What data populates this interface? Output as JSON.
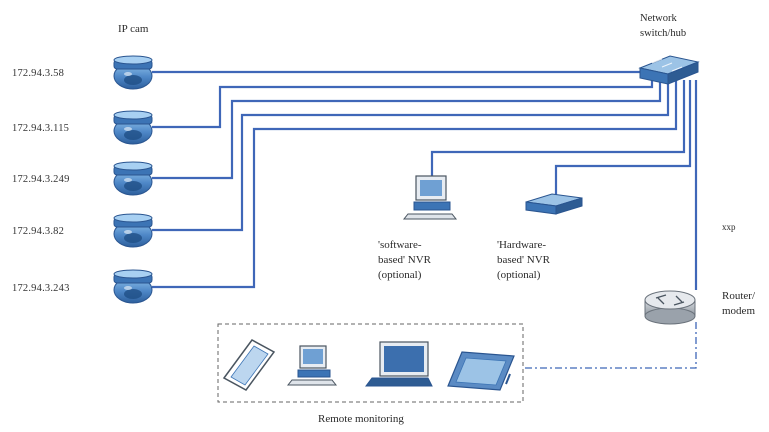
{
  "labels": {
    "ip_cam": "IP cam",
    "switch": "Network\nswitch/hub",
    "router": "Router/\nmodem",
    "side_mark": "xxp",
    "software_nvr": "'software-\nbased' NVR\n(optional)",
    "hardware_nvr": "'Hardware-\nbased' NVR\n(optional)",
    "remote": "Remote monitoring"
  },
  "cameras": [
    {
      "ip": "172.94.3.58"
    },
    {
      "ip": "172.94.3.115"
    },
    {
      "ip": "172.94.3.249"
    },
    {
      "ip": "172.94.3.82"
    },
    {
      "ip": "172.94.3.243"
    }
  ],
  "colors": {
    "wire": "#3f67b8",
    "device_body": "#5b8bc4",
    "device_dark": "#2e5c93",
    "device_light": "#9cc3e6"
  },
  "icons": [
    "dome-camera-icon",
    "network-switch-icon",
    "desktop-computer-icon",
    "nvr-box-icon",
    "router-icon",
    "tablet-icon",
    "laptop-icon",
    "graphics-tablet-icon"
  ]
}
